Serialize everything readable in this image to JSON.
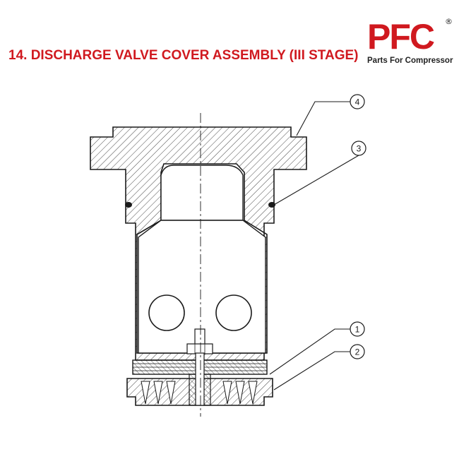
{
  "header": {
    "title": "14. DISCHARGE VALVE COVER ASSEMBLY (III STAGE)",
    "logo": {
      "letters": "PFC",
      "registered": "®",
      "tagline": "Parts For Compressor"
    }
  },
  "diagram": {
    "callouts": [
      {
        "id": "callout-1",
        "label": "1"
      },
      {
        "id": "callout-2",
        "label": "2"
      },
      {
        "id": "callout-3",
        "label": "3"
      },
      {
        "id": "callout-4",
        "label": "4"
      }
    ]
  },
  "colors": {
    "title_red": "#d0191f",
    "line": "#1a1a1a"
  }
}
